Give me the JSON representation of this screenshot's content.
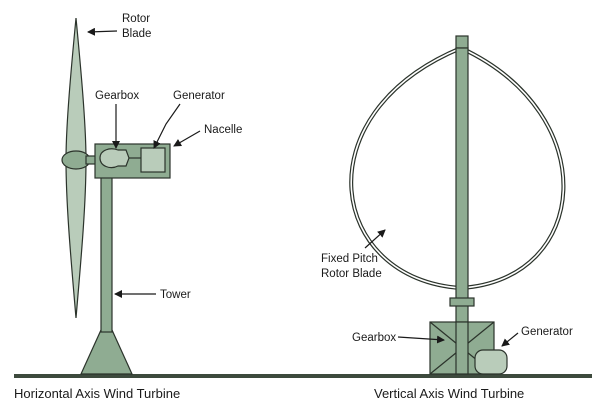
{
  "horizontal": {
    "rotor_blade_line1": "Rotor",
    "rotor_blade_line2": "Blade",
    "gearbox": "Gearbox",
    "generator": "Generator",
    "nacelle": "Nacelle",
    "tower": "Tower",
    "caption": "Horizontal Axis Wind Turbine"
  },
  "vertical": {
    "blade_line1": "Fixed Pitch",
    "blade_line2": "Rotor Blade",
    "gearbox": "Gearbox",
    "generator": "Generator",
    "caption": "Vertical Axis Wind Turbine"
  },
  "colors": {
    "component_fill": "#8fac92",
    "component_light": "#b9ccba",
    "outline": "#2b332b"
  }
}
